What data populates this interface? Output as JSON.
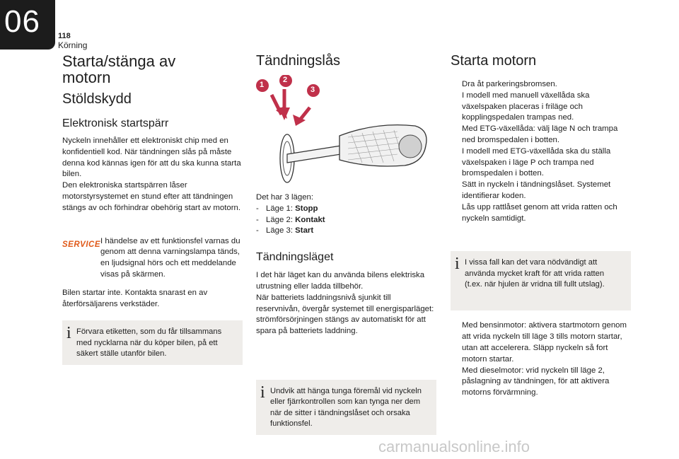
{
  "header": {
    "chapter_number": "06",
    "page_number": "118",
    "section": "Körning"
  },
  "col1": {
    "title": "Starta/stänga av motorn",
    "heading1": "Stöldskydd",
    "heading2": "Elektronisk startspärr",
    "para1": "Nyckeln innehåller ett elektroniskt chip med en konfidentiell kod. När tändningen slås på måste denna kod kännas igen för att du ska kunna starta bilen.",
    "para2": "Den elektroniska startspärren låser motorstyrsystemet en stund efter att tändningen stängs av och förhindrar obehörig start av motorn.",
    "service_label": "SERVICE",
    "service_text": "I händelse av ett funktionsfel varnas du genom att denna varningslampa tänds, en ljudsignal hörs och ett meddelande visas på skärmen.",
    "para3": "Bilen startar inte. Kontakta snarast en av återförsäljarens verkstäder.",
    "info_text": "Förvara etiketten, som du får tillsammans med nycklarna när du köper bilen, på ett säkert ställe utanför bilen."
  },
  "col2": {
    "heading1": "Tändningslås",
    "illustration_labels": [
      "1",
      "2",
      "3"
    ],
    "positions_intro": "Det har 3 lägen:",
    "positions": [
      {
        "label": "Läge 1: ",
        "value": "Stopp"
      },
      {
        "label": "Läge 2: ",
        "value": "Kontakt"
      },
      {
        "label": "Läge 3: ",
        "value": "Start"
      }
    ],
    "heading2": "Tändningsläget",
    "para1": "I det här läget kan du använda bilens elektriska utrustning eller ladda tillbehör.",
    "para2": "När batteriets laddningsnivå sjunkit till reservnivån, övergår systemet till energisparläget: strömförsörjningen stängs av automatiskt för att spara på batteriets laddning.",
    "info_text": "Undvik att hänga tunga föremål vid nyckeln eller fjärrkontrollen som kan tynga ner dem när de sitter i tändningslåset och orsaka funktionsfel."
  },
  "col3": {
    "heading1": "Starta motorn",
    "arrow_glyph": "",
    "steps": [
      "Dra åt parkeringsbromsen.",
      "I modell med manuell växellåda ska växelspaken placeras i friläge och kopplingspedalen trampas ned.",
      "Med ETG-växellåda: välj läge N och trampa ned bromspedalen i botten.",
      "I modell med ETG-växellåda ska du ställa växelspaken i läge P och trampa ned bromspedalen i botten.",
      "Sätt in nyckeln i tändningslåset. Systemet identifierar koden.",
      "Lås upp rattlåset genom att vrida ratten och nyckeln samtidigt."
    ],
    "info_text": "I vissa fall kan det vara nödvändigt att använda mycket kraft för att vrida ratten (t.ex. när hjulen är vridna till fullt utslag).",
    "steps2": [
      "Med bensinmotor: aktivera startmotorn genom att vrida nyckeln till läge 3 tills motorn startar, utan att accelerera. Släpp nyckeln så fort motorn startar.",
      "Med dieselmotor: vrid nyckeln till läge 2, påslagning av tändningen, för att aktivera motorns förvärmning."
    ]
  },
  "watermark": "carmanualsonline.info",
  "colors": {
    "chapter_tab": "#1c1c1c",
    "info_box": "#efedea",
    "service_orange": "#e05a1a",
    "arrow_red": "#c0304a"
  }
}
